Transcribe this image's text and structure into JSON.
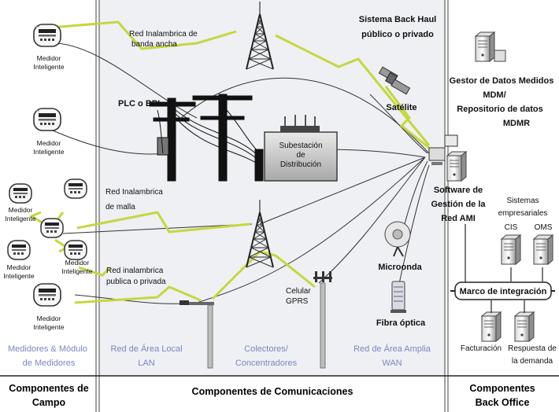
{
  "field": {
    "meter_label_1": "Medidor",
    "meter_label_2": "Inteligente",
    "section_title": "Medidores & Módulo de Medidores",
    "footer_line1": "Componentes de",
    "footer_line2": "Campo"
  },
  "comms": {
    "broadband": [
      "Red Inalambrica de",
      "banda ancha"
    ],
    "plc_bpl": "PLC o  BPL",
    "mesh": [
      "Red Inalambrica",
      "de malla"
    ],
    "public_private": [
      "Red inalambrica",
      "publica o privada"
    ],
    "substation": [
      "Subestación",
      "de",
      "Distribución"
    ],
    "gprs": [
      "Celular",
      "GPRS"
    ],
    "lan": [
      "Red de Área Local",
      "LAN"
    ],
    "collectors": [
      "Colectores/",
      "Concentradores"
    ],
    "wan": [
      "Red de Área Amplia",
      "WAN"
    ],
    "backhaul": [
      "Sistema Back Haul",
      "público o privado"
    ],
    "satellite": "Satélite",
    "microwave": "Microonda",
    "fiber": "Fibra óptica",
    "footer": "Componentes de Comunicaciones"
  },
  "backoffice": {
    "mdm": [
      "Gestor de Datos Medidos",
      "MDM/",
      "Repositorio de datos",
      "MDMR"
    ],
    "ami": [
      "Software de",
      "Gestión de la",
      "Red AMI"
    ],
    "enterprise": [
      "Sistemas",
      "empresariales"
    ],
    "cis": "CIS",
    "oms": "OMS",
    "integration": "Marco de integración",
    "billing": "Facturación",
    "demand": [
      "Respuesta de",
      "la demanda"
    ],
    "footer": [
      "Componentes",
      "Back Office"
    ]
  },
  "colors": {
    "panel": "#eef0f3",
    "wireless": "#c6d640",
    "accent_text": "#7b86c2"
  }
}
